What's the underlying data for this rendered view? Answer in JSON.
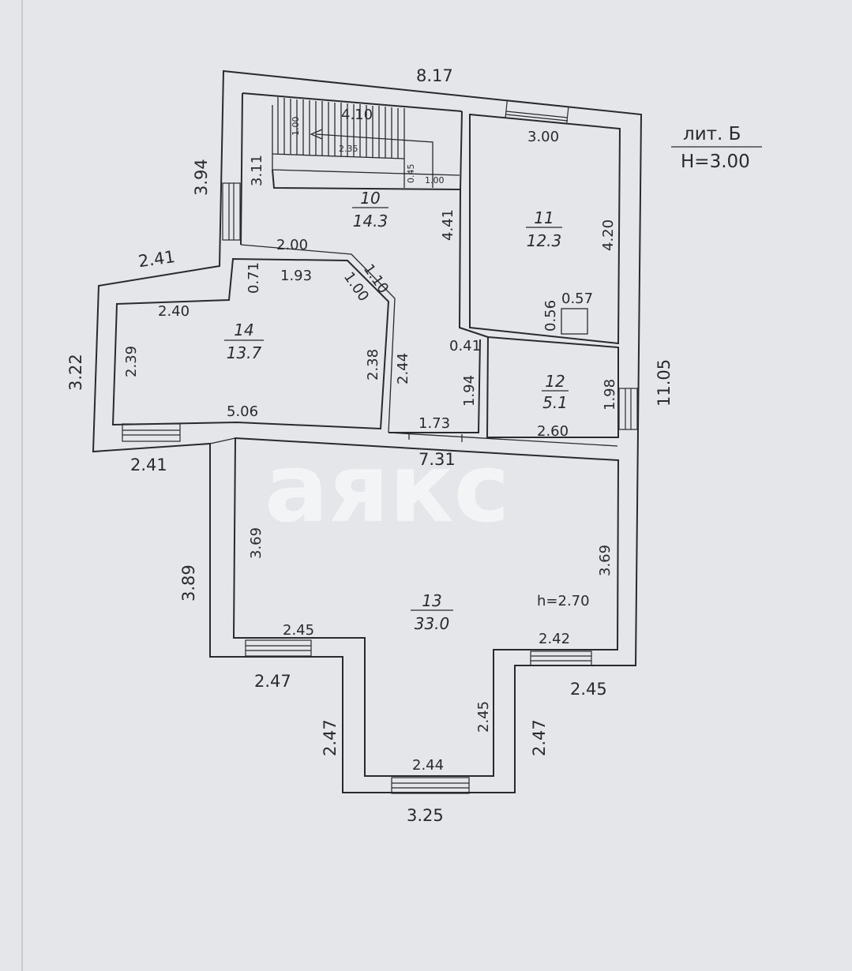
{
  "title": {
    "line1": "лит. Б",
    "line2": "H=3.00"
  },
  "watermark": "аякс",
  "rooms": [
    {
      "num": "10",
      "area": "14.3"
    },
    {
      "num": "11",
      "area": "12.3"
    },
    {
      "num": "12",
      "area": "5.1"
    },
    {
      "num": "13",
      "area": "33.0"
    },
    {
      "num": "14",
      "area": "13.7"
    }
  ],
  "note_h": "h=2.70",
  "dims": {
    "top": "8.17",
    "d394": "3.94",
    "d241a": "2.41",
    "d322": "3.22",
    "d241b": "2.41",
    "d389": "3.89",
    "d247a": "2.47",
    "d247b": "2.47",
    "d325": "3.25",
    "d247c": "2.47",
    "d245a": "2.45",
    "d1105": "11.05",
    "d311": "3.11",
    "d200": "2.00",
    "d071": "0.71",
    "d193": "1.93",
    "d110": "1.10",
    "d100a": "1.00",
    "d240": "2.40",
    "d239": "2.39",
    "d238": "2.38",
    "d244a": "2.44",
    "d506": "5.06",
    "d441": "4.41",
    "d041": "0.41",
    "d194": "1.94",
    "d173": "1.73",
    "d300": "3.00",
    "d420": "4.20",
    "d057": "0.57",
    "d056": "0.56",
    "d198": "1.98",
    "d260": "2.60",
    "d731": "7.31",
    "d369a": "3.69",
    "d369b": "3.69",
    "d245b": "2.45",
    "d242": "2.42",
    "d245c": "2.45",
    "d244b": "2.44"
  },
  "stair": {
    "s410": "4.10",
    "s100a": "1.00",
    "s235": "2.35",
    "s045": "0.45",
    "s100b": "1.00"
  }
}
